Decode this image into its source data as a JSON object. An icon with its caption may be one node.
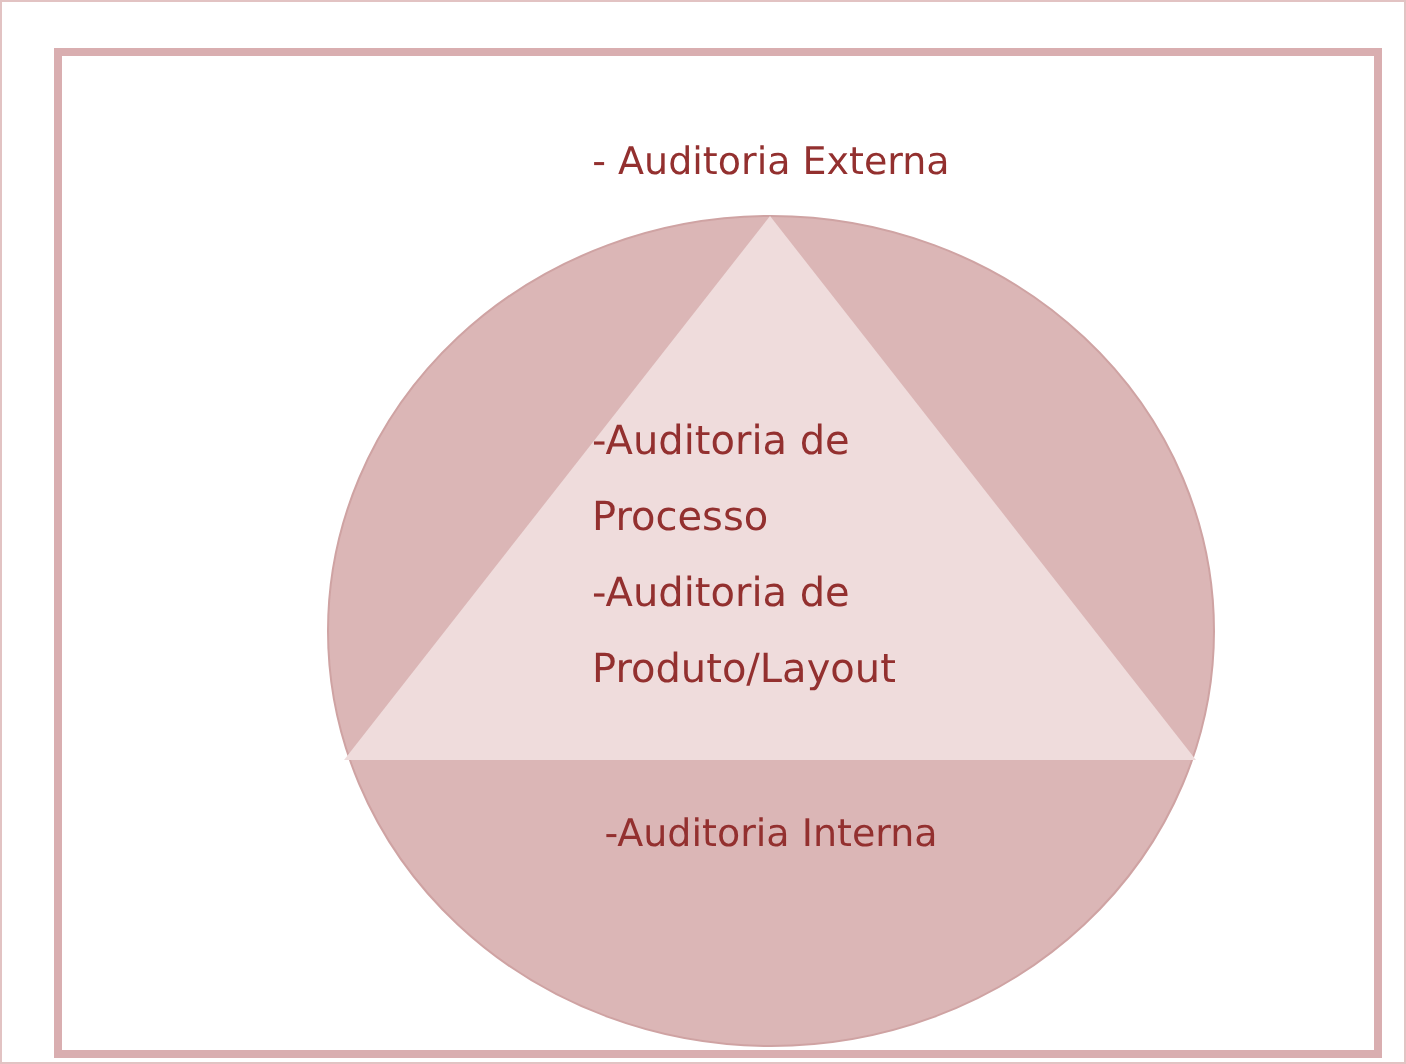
{
  "diagram": {
    "nodes": [
      {
        "text": [
          "- Auditoria Externa",
          "-Auditoria Interna"
        ]
      },
      {
        "text": [
          "-Auditoria de Processo",
          "-Auditoria de Produto/Layout"
        ],
        "in": 0
      }
    ]
  }
}
